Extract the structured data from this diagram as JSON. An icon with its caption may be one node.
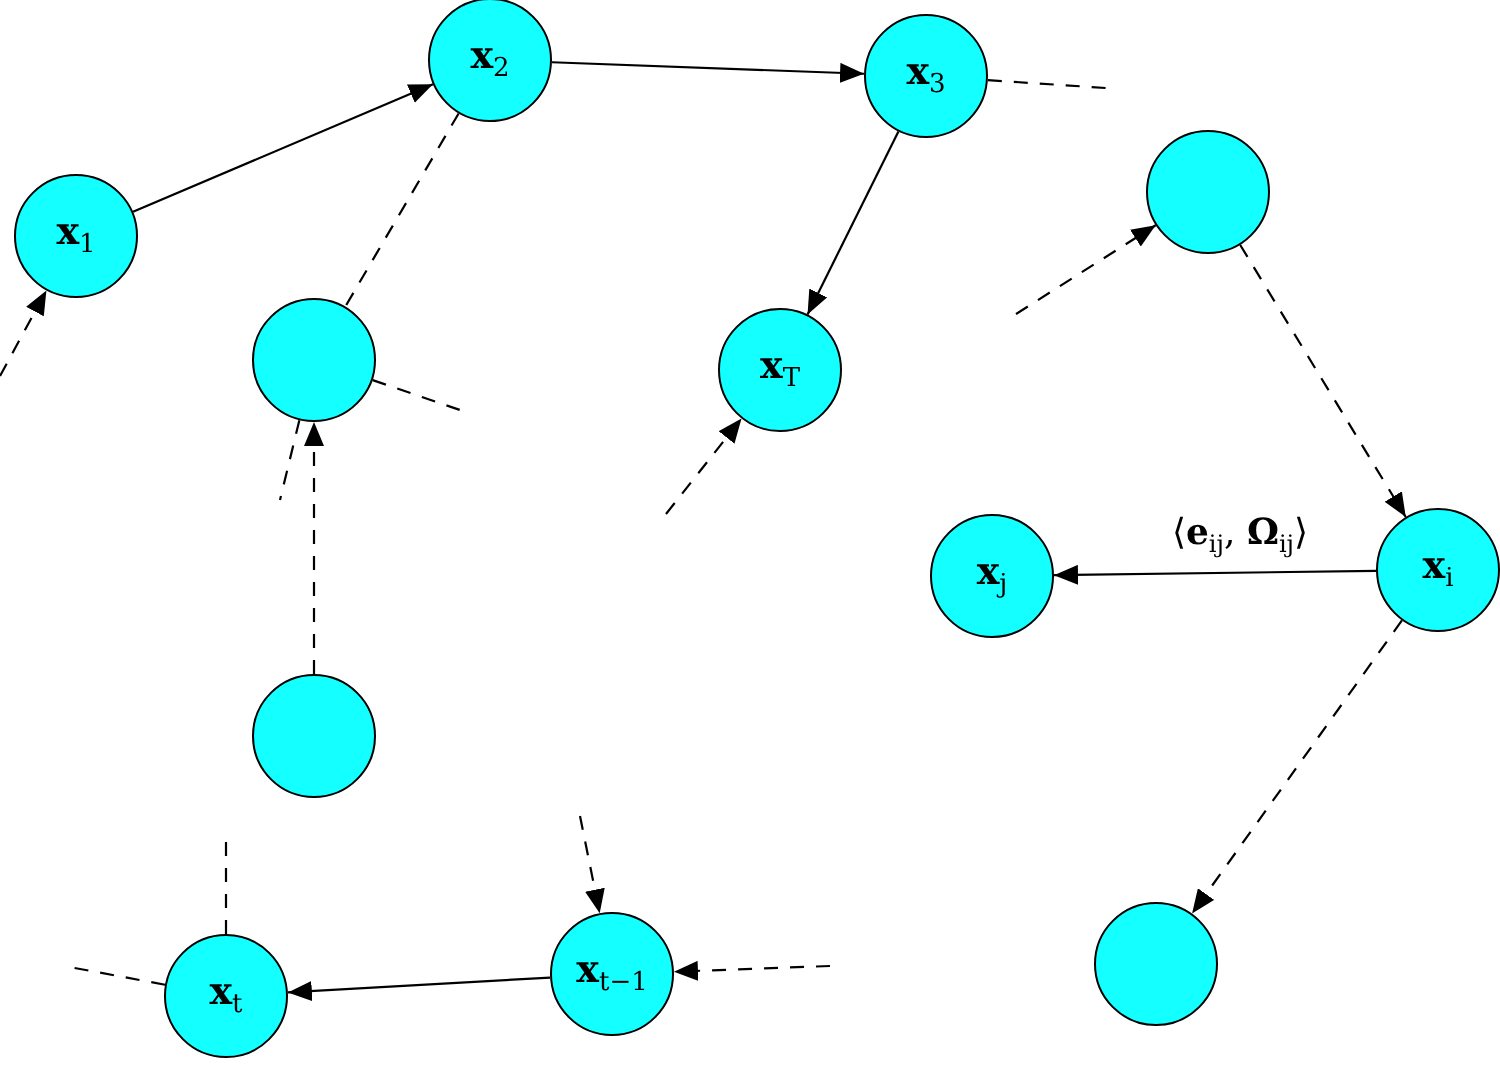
{
  "diagram": {
    "nodes": [
      {
        "text": [
          "**x**$_{1}$"
        ]
      },
      {
        "text": [
          "**x**$_{2}$"
        ]
      },
      {
        "text": [
          "**x**$_{3}$"
        ]
      },
      {
        "text": [],
        "shape": "circle"
      },
      {
        "text": [
          "**x**$_{T}$"
        ]
      },
      {
        "text": [],
        "shape": "circle"
      },
      {
        "text": [
          "**x**$_{j}$"
        ]
      },
      {
        "text": [
          "**x**$_{i}$"
        ]
      },
      {
        "text": [],
        "shape": "circle"
      },
      {
        "text": [],
        "shape": "circle"
      },
      {
        "text": [
          "**x**$_{t}$"
        ]
      },
      {
        "text": [
          "**x**$_{t−1}$"
        ]
      }
    ],
    "edges": [
      {
        "from": 0,
        "to": 1,
        "arrow": "to"
      },
      {
        "from": 1,
        "to": 2,
        "arrow": "to"
      },
      {
        "from": 2,
        "to": 4,
        "arrow": "to"
      },
      {
        "from": 7,
        "to": 6,
        "arrow": "to",
        "label": "⟨**e**$_{ij}$, **Ω**$_{ij}$⟩"
      },
      {
        "from": 11,
        "to": 10,
        "arrow": "to"
      },
      {
        "from": 8,
        "to": 3,
        "arrow": "to",
        "style": "dashed"
      },
      {
        "from": 5,
        "to": 7,
        "arrow": "to",
        "style": "dashed"
      },
      {
        "from": 7,
        "to": 9,
        "arrow": "to",
        "style": "dashed"
      },
      {
        "from": 1,
        "to": 3,
        "arrow": "none",
        "style": "dashed"
      },
      {
        "from": null,
        "to": 0,
        "arrow": "to",
        "style": "dashed"
      },
      {
        "from": null,
        "to": 5,
        "arrow": "to",
        "style": "dashed"
      },
      {
        "from": null,
        "to": 4,
        "arrow": "to",
        "style": "dashed"
      },
      {
        "from": null,
        "to": 11,
        "arrow": "to",
        "style": "dashed"
      },
      {
        "from": null,
        "to": 11,
        "arrow": "to",
        "style": "dashed"
      },
      {
        "from": 2,
        "to": null,
        "arrow": "none",
        "style": "dashed"
      },
      {
        "from": 3,
        "to": null,
        "arrow": "none",
        "style": "dashed"
      },
      {
        "from": 3,
        "to": null,
        "arrow": "none",
        "style": "dashed"
      },
      {
        "from": 10,
        "to": null,
        "arrow": "none",
        "style": "dashed"
      },
      {
        "from": 10,
        "to": null,
        "arrow": "none",
        "style": "dashed"
      }
    ]
  }
}
